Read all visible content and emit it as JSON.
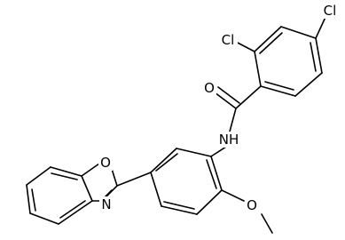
{
  "structure": {
    "atom_labels": {
      "cl_ortho": "Cl",
      "cl_para": "Cl",
      "carbonyl_o": "O",
      "amide_nh": "NH",
      "methoxy_o": "O",
      "oxazole_o": "O",
      "oxazole_n": "N"
    }
  }
}
